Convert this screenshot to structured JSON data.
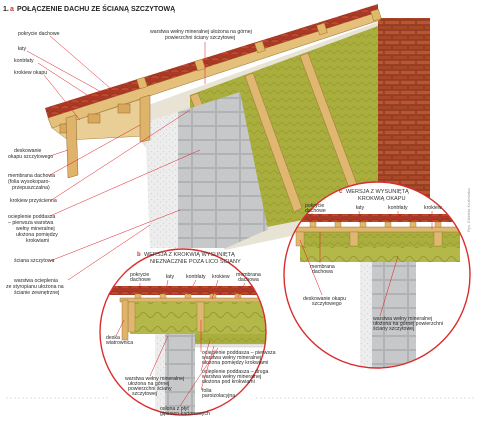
{
  "title": {
    "prefix": "1.",
    "letter": "a",
    "text": "POŁĄCZENIE DACHU ZE ŚCIANĄ SZCZYTOWĄ"
  },
  "labels_main_left": [
    "pokrycie dachowe",
    "łaty",
    "kontrłaty",
    "krokiew okapu",
    "deskowanie",
    "okapu szczytowego",
    "membrana dachowa",
    "(folia wysokoparo-",
    "przepuszczalna)",
    "krokiew przyścienna",
    "ocieplenie poddasza",
    "– pierwsza warstwa",
    "wełny mineralnej",
    "ułożona pomiędzy",
    "krokwiami",
    "ściana szczytowa",
    "warstwa ocieplenia",
    "ze styropianu ułożona na",
    "ścianie zewnętrznej"
  ],
  "label_top_center": [
    "warstwa wełny mineralnej ułożona na górnej",
    "powierzchni ściany szczytowej"
  ],
  "credit": "Rys. Elżbieta Kozłowska",
  "detail_b": {
    "letter": "b",
    "heading": "WERSJA Z KROKWIĄ WYSUNIĘTĄ",
    "heading2": "NIEZNACZNIE POZA LICO ŚCIANY",
    "labels": {
      "pokrycie": [
        "pokrycie",
        "dachowe"
      ],
      "laty": "łaty",
      "kontrlaty": "kontrłaty",
      "krokiew": "krokiew",
      "membrana": [
        "membrana",
        "dachowa"
      ],
      "deska": [
        "deska",
        "wiatrownica"
      ],
      "ocieplenie1": [
        "ocieplenie poddasza – pierwsza",
        "warstwa wełny mineralnej",
        "ułożona pomiędzy krokwiami"
      ],
      "ocieplenie2": [
        "ocieplenie poddasza – druga",
        "warstwa wełny mineralnej",
        "ułożona pod krokwiami"
      ],
      "folia": [
        "folia",
        "paroizolacyjna"
      ],
      "warstwa": [
        "warstwa wełny mineralnej",
        "ułożona na górnej",
        "powierzchni ściany",
        "szczytowej"
      ],
      "oslona": [
        "osłona z płyt",
        "gipsowo-kartonowych"
      ]
    }
  },
  "detail_c": {
    "letter": "c",
    "heading": "WERSJA Z WYSUNIĘTĄ",
    "heading2": "KROKWIĄ OKAPU",
    "labels": {
      "pokrycie": [
        "pokrycie",
        "dachowe"
      ],
      "laty": "łaty",
      "kontrlaty": "kontrłaty",
      "krokiew": "krokiew",
      "membrana": [
        "membrana",
        "dachowa"
      ],
      "deskowanie": [
        "deskowanie okapu",
        "szczytowego"
      ],
      "warstwa": [
        "warstwa wełny mineralnej",
        "ułożona na górnej powierzchni",
        "ściany szczytowej"
      ]
    }
  },
  "colors": {
    "roof_tile": "#a93a26",
    "rafter": "#dfb770",
    "insulation": "#a9ae3c",
    "block": "#c7c8c9",
    "styrofoam": "#ededee",
    "brick": "#b5502d",
    "leader": "#e01b24",
    "circle_border": "#d92d2d"
  },
  "icons": {
    "detail_b": "circle-magnifier",
    "detail_c": "circle-magnifier"
  }
}
